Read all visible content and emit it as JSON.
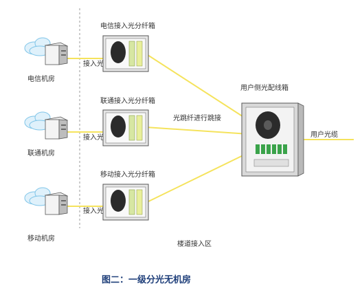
{
  "rooms": [
    {
      "label": "电信机房",
      "cable_label": "接入光缆",
      "box_label": "电信接入光分纤箱"
    },
    {
      "label": "联通机房",
      "cable_label": "接入光缆",
      "box_label": "联通接入光分纤箱"
    },
    {
      "label": "移动机房",
      "cable_label": "接入光缆",
      "box_label": "移动接入光分纤箱"
    }
  ],
  "jumper_label": "光跳纤进行跳接",
  "user_box_label": "用户侧光配线箱",
  "user_cable_label": "用户光缆",
  "zone_label": "楼道接入区",
  "caption": "图二：一级分光无机房",
  "colors": {
    "fiber": "#f5e35c",
    "dashed": "#9a9a9a",
    "caption": "#1f3f7a",
    "cloud": "#7ec4e8"
  }
}
